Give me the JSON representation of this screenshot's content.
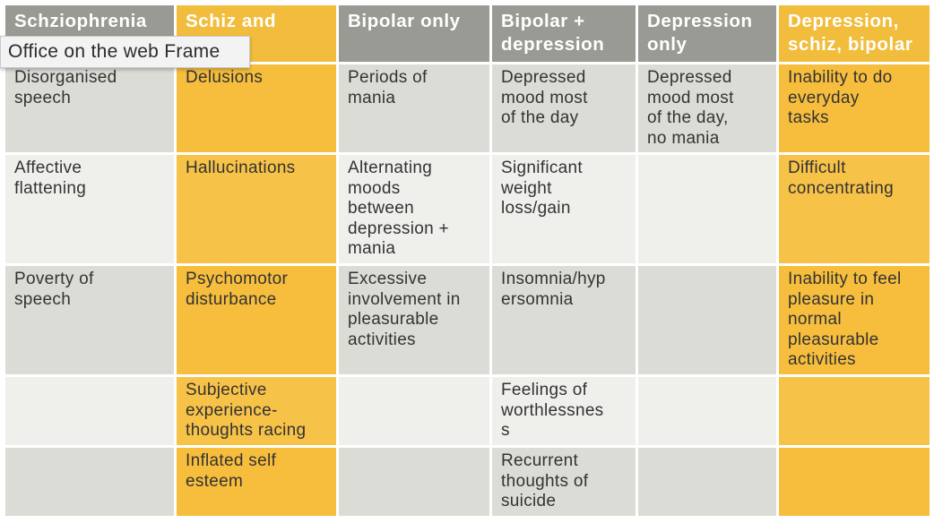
{
  "table": {
    "headers": [
      "Schziophrenia",
      "Schiz and",
      "Bipolar only",
      "Bipolar +\ndepression",
      "Depression\nonly",
      "Depression,\nschiz, bipolar"
    ],
    "rows": [
      [
        "Disorganised\nspeech",
        "Delusions",
        "Periods of\nmania",
        "Depressed\nmood  most\nof the day",
        "Depressed\nmood most\nof the day,\nno mania",
        "Inability to do\neveryday\ntasks"
      ],
      [
        "Affective\nflattening",
        "Hallucinations",
        "Alternating\nmoods\nbetween\ndepression +\nmania",
        "Significant\nweight\nloss/gain",
        "",
        "Difficult\nconcentrating"
      ],
      [
        "Poverty of\nspeech",
        "Psychomotor\ndisturbance",
        "Excessive\ninvolvement in\npleasurable\nactivities",
        "Insomnia/hyp\nersomnia",
        "",
        "Inability to feel\npleasure  in\nnormal\npleasurable\nactivities"
      ],
      [
        "",
        "Subjective\nexperience-\nthoughts racing",
        "",
        "Feelings of\nworthlessnes\ns",
        "",
        ""
      ],
      [
        "",
        "Inflated self\nesteem",
        "",
        "Recurrent\nthoughts of\nsuicide",
        "",
        ""
      ]
    ]
  },
  "tooltip": {
    "text": "Office on the web Frame"
  },
  "colors": {
    "header_grey": "#9a9a94",
    "header_gold": "#f2bd3c",
    "cell_grey_dark": "#dcdcd6",
    "cell_grey_light": "#efefec",
    "cell_gold": "#f7be3d"
  }
}
